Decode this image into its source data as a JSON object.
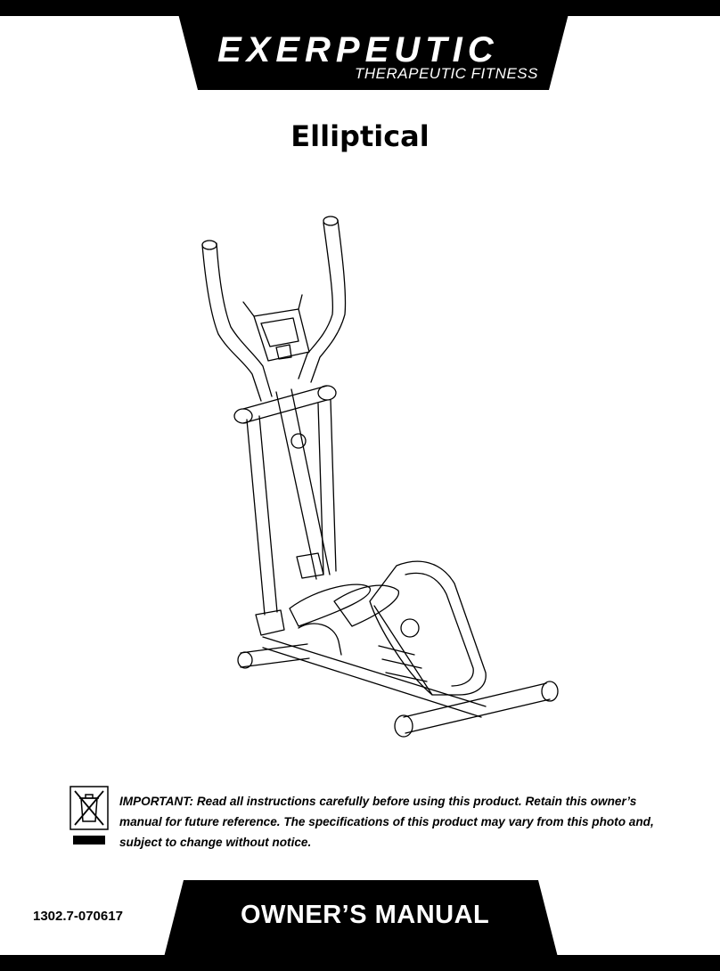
{
  "header": {
    "brand": "EXERPEUTIC",
    "tagline": "THERAPEUTIC FITNESS"
  },
  "title": "Elliptical",
  "notice": {
    "text": "IMPORTANT: Read all instructions carefully before using this product. Retain this owner’s manual for future reference. The specifications of this product may vary from this photo and, subject to change without notice."
  },
  "footer": {
    "model_number": "1302.7-070617",
    "manual_label": "OWNER’S MANUAL"
  },
  "colors": {
    "banner": "#000000",
    "background": "#ffffff",
    "banner_text": "#ffffff"
  }
}
